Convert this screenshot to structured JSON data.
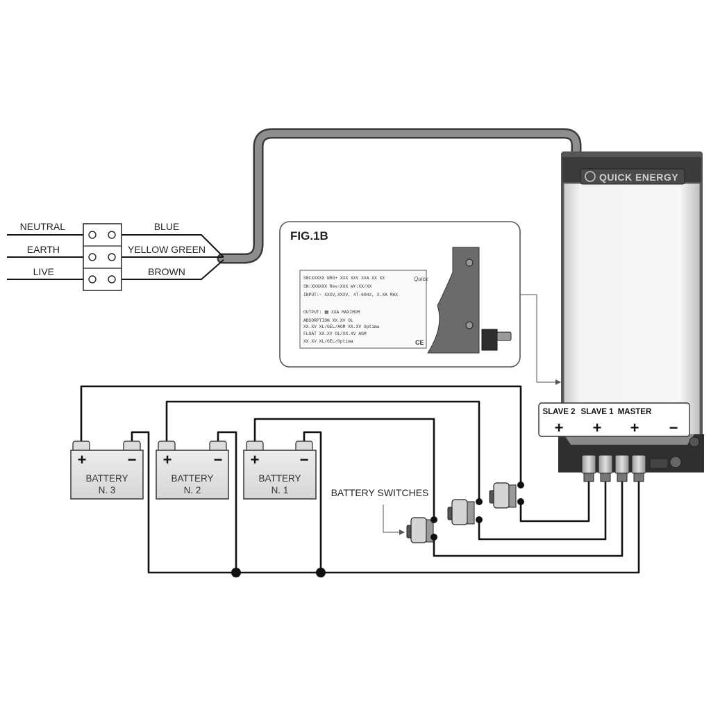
{
  "mains": {
    "left_labels": [
      "NEUTRAL",
      "EARTH",
      "LIVE"
    ],
    "right_labels": [
      "BLUE",
      "YELLOW GREEN",
      "BROWN"
    ]
  },
  "charger": {
    "brand": "QUICK ENERGY",
    "terminal_labels": [
      "SLAVE 2",
      "SLAVE 1",
      "MASTER"
    ],
    "terminal_signs": [
      "+",
      "+",
      "+",
      "−"
    ]
  },
  "figure": {
    "title": "FIG.1B",
    "label_lines": [
      "SBCXXXXX NRG+ XXX XXV  XXA XX XX",
      "SN:XXXXXX    Rev:XXX     WY:XX/XX",
      "INPUT:~   XXXV,XXXV, 4T-60Hz, X.XA MAX",
      "",
      "OUTPUT: ▦ XXA MAXIMUM",
      "ABSORPTION XX.XV OL",
      "           XX.XV XL/GEL/AGM XX.XV Optima",
      "FLOAT      XX.XV OL/XX.XV AGM",
      "           XX.XV XL/GEL/Optima"
    ],
    "logo": "Quick",
    "ce": "CE"
  },
  "batteries": [
    {
      "line1": "BATTERY",
      "line2": "N. 3",
      "plus": "+",
      "minus": "−"
    },
    {
      "line1": "BATTERY",
      "line2": "N. 2",
      "plus": "+",
      "minus": "−"
    },
    {
      "line1": "BATTERY",
      "line2": "N. 1",
      "plus": "+",
      "minus": "−"
    }
  ],
  "switches_label": "BATTERY SWITCHES"
}
